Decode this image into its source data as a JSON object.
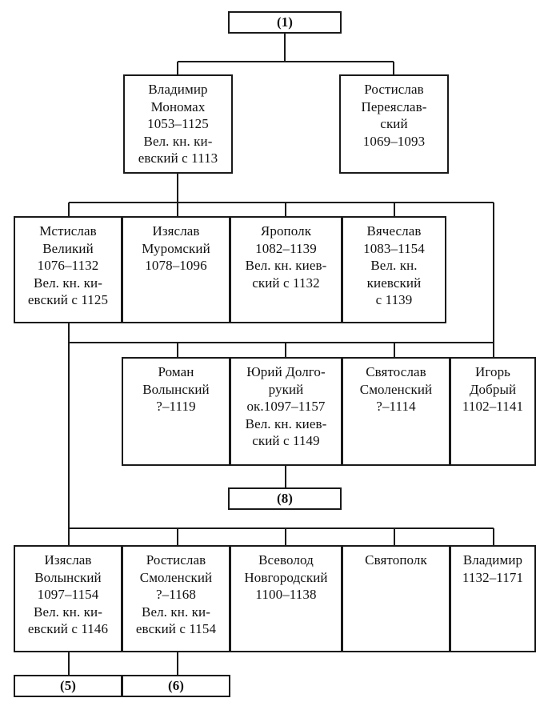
{
  "diagram": {
    "title_ref_top": "(1)",
    "title_ref_mid": "(8)",
    "rows": {
      "row1": [
        {
          "id": "ref-1",
          "lines": [
            "(1)"
          ]
        }
      ],
      "row2": [
        {
          "id": "vladimir-monomakh",
          "lines": [
            "Владимир",
            "Мономах",
            "1053–1125",
            "Вел. кн. ки-",
            "евский с 1113"
          ]
        },
        {
          "id": "rostislav-pereyaslavsky",
          "lines": [
            "Ростислав",
            "Переяслав-",
            "ский",
            "1069–1093"
          ]
        }
      ],
      "row3": [
        {
          "id": "mstislav-veliky",
          "lines": [
            "Мстислав",
            "Великий",
            "1076–1132",
            "Вел. кн. ки-",
            "евский с 1125"
          ]
        },
        {
          "id": "izyaslav-muromsky",
          "lines": [
            "Изяслав",
            "Муромский",
            "1078–1096"
          ]
        },
        {
          "id": "yaropolk",
          "lines": [
            "Ярополк",
            "1082–1139",
            "Вел. кн. киев-",
            "ский с 1132"
          ]
        },
        {
          "id": "vyacheslav",
          "lines": [
            "Вячеслав",
            "1083–1154",
            "Вел. кн.",
            "киевский",
            "с 1139"
          ]
        }
      ],
      "row4": [
        {
          "id": "roman-volynsky",
          "lines": [
            "Роман",
            "Волынский",
            "?–1119"
          ]
        },
        {
          "id": "yuri-dolgoruky",
          "lines": [
            "Юрий Долго-",
            "рукий",
            "ок.1097–1157",
            "Вел. кн. киев-",
            "ский с 1149"
          ]
        },
        {
          "id": "svyatoslav-smolensky",
          "lines": [
            "Святослав",
            "Смоленский",
            "?–1114"
          ]
        },
        {
          "id": "igor-dobry",
          "lines": [
            "Игорь",
            "Добрый",
            "1102–1141"
          ]
        }
      ],
      "row5": [
        {
          "id": "ref-8",
          "lines": [
            "(8)"
          ]
        }
      ],
      "row6": [
        {
          "id": "izyaslav-volynsky",
          "lines": [
            "Изяслав",
            "Волынский",
            "1097–1154",
            "Вел. кн. ки-",
            "евский с 1146"
          ]
        },
        {
          "id": "rostislav-smolensky",
          "lines": [
            "Ростислав",
            "Смоленский",
            "?–1168",
            "Вел. кн. ки-",
            "евский с 1154"
          ]
        },
        {
          "id": "vsevolod-novgorodsky",
          "lines": [
            "Всеволод",
            "Новгородский",
            "1100–1138"
          ]
        },
        {
          "id": "svyatopolk",
          "lines": [
            "Святополк"
          ]
        },
        {
          "id": "vladimir-1132",
          "lines": [
            "Владимир",
            "1132–1171"
          ]
        }
      ],
      "row7": [
        {
          "id": "ref-5",
          "lines": [
            "(5)"
          ]
        },
        {
          "id": "ref-6",
          "lines": [
            "(6)"
          ]
        }
      ]
    },
    "colors": {
      "stroke": "#1a1a1a",
      "background": "#ffffff",
      "text": "#111111"
    }
  }
}
